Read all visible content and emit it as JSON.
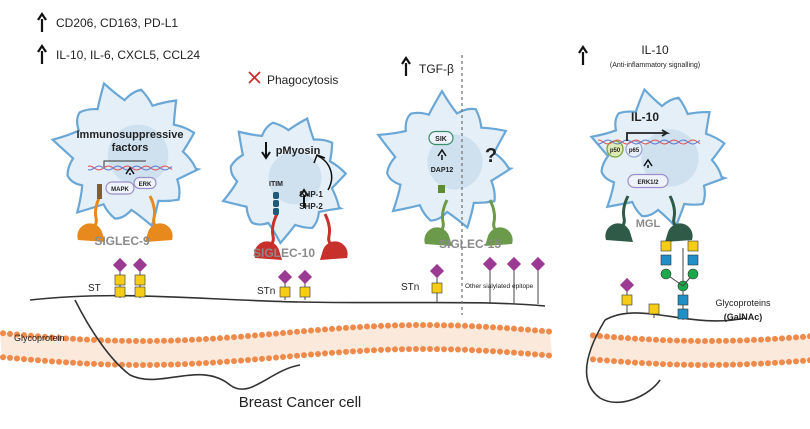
{
  "header_notes": {
    "cd_markers": "CD206, CD163, PD-L1",
    "cytokines": "IL-10, IL-6, CXCL5, CCL24",
    "phagocytosis": "Phagocytosis",
    "tgf": "TGF-β",
    "il10": "IL-10",
    "il10_sub": "(Anti-inflammatory signalling)"
  },
  "cells": {
    "siglec9": {
      "line1": "Immunosuppressive",
      "line2": "factors",
      "mapk": "MAPK",
      "erk": "ERK",
      "receptor": "SIGLEC-9"
    },
    "siglec10": {
      "pmyosin": "pMyosin",
      "itim": "ITIM",
      "shp1": "SHP-1",
      "shp2": "SHP-2",
      "receptor": "SIGLEC-10"
    },
    "siglec15": {
      "sik": "SIK",
      "dap12": "DAP12",
      "unknown": "?",
      "receptor": "SIGLEC-15"
    },
    "mgl": {
      "il10": "IL-10",
      "p50": "p50",
      "p65": "p65",
      "erk": "ERK1/2",
      "receptor": "MGL"
    }
  },
  "glycans": {
    "st": "ST",
    "stn1": "STn",
    "stn2": "STn",
    "other": "Other sialylated epitope",
    "glycoproteins": "Glycoproteins",
    "galnac": "(GalNAc)",
    "glycoprotein": "Glycoprotein"
  },
  "cancer_cell": "Breast Cancer cell",
  "colors": {
    "siglec9": "#e8891e",
    "siglec10": "#c8302c",
    "siglec15": "#6a9a4a",
    "mgl": "#2f5a48",
    "sialic_acid": "#9b3a93",
    "galnac": "#f5cc16",
    "glcnac": "#1f8fc6",
    "mannose": "#1aa84a",
    "membrane": "#ef8a4a",
    "cell_outline": "#6aa7d6"
  }
}
